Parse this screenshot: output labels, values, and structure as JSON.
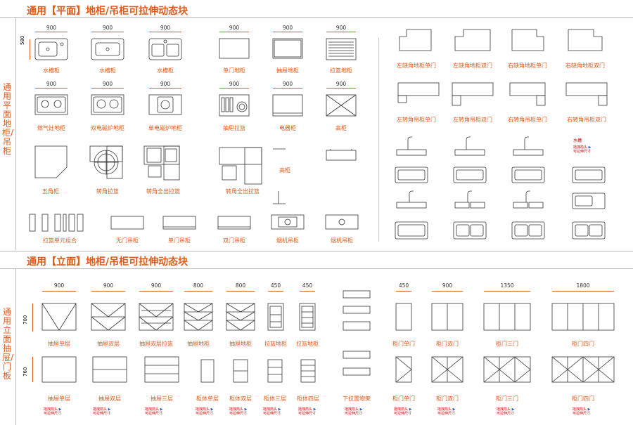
{
  "plan_section": {
    "title": "通用【平面】地柜/吊柜可拉伸动态块",
    "side_label": "通用平面地柜/吊柜",
    "height_dim": "580",
    "items": [
      {
        "label": "水槽柜",
        "dim": "900"
      },
      {
        "label": "水槽柜",
        "dim": "900"
      },
      {
        "label": "水槽柜",
        "dim": "900"
      },
      {
        "label": "单门地柜",
        "dim": "900"
      },
      {
        "label": "抽屉地柜",
        "dim": "900"
      },
      {
        "label": "拉篮地柜",
        "dim": "900"
      },
      {
        "label": "燃气灶地柜",
        "dim": "900"
      },
      {
        "label": "双电磁炉地柜",
        "dim": "900"
      },
      {
        "label": "单电磁炉地柜",
        "dim": "900"
      },
      {
        "label": "抽屉拉篮",
        "dim": "900"
      },
      {
        "label": "电器柜",
        "dim": "900"
      },
      {
        "label": "高柜",
        "dim": "900"
      },
      {
        "label": "五角柜"
      },
      {
        "label": "转角拉篮"
      },
      {
        "label": "转角全出拉篮"
      },
      {
        "label": "转角全出拉篮"
      },
      {
        "label": "高柜"
      },
      {
        "label": "拉篮单元组合"
      },
      {
        "label": "无门吊柜"
      },
      {
        "label": "单门吊柜"
      },
      {
        "label": "双门吊柜"
      },
      {
        "label": "烟机吊柜"
      },
      {
        "label": "烟机吊柜"
      }
    ],
    "corner_items": [
      {
        "label": "左缺角地柜单门"
      },
      {
        "label": "左缺角地柜双门"
      },
      {
        "label": "右缺角地柜单门"
      },
      {
        "label": "右缺角地柜双门"
      },
      {
        "label": "左转角吊柜单门"
      },
      {
        "label": "左转角吊柜双门"
      },
      {
        "label": "右转角吊柜单门"
      },
      {
        "label": "右转角吊柜双门"
      }
    ],
    "sink_label": "水槽",
    "note_line1": "拖拽箭头",
    "note_line2": "可拉伸尺寸"
  },
  "elevation_section": {
    "title": "通用【立面】地柜/吊柜可拉伸动态块",
    "side_label": "通用立面抽屉/门板",
    "height_dim_1": "700",
    "height_dim_2": "760",
    "row1": [
      {
        "label": "抽屉单层",
        "dim": "900"
      },
      {
        "label": "抽屉双层",
        "dim": "900"
      },
      {
        "label": "抽屉双层拉篮",
        "dim": "900"
      },
      {
        "label": "抽屉地柜",
        "dim": "800"
      },
      {
        "label": "抽屉地柜",
        "dim": "800"
      },
      {
        "label": "拉篮地柜",
        "dim": "450"
      },
      {
        "label": "拉篮地柜",
        "dim": "450"
      },
      {
        "label": "柜门单门",
        "dim": "450"
      },
      {
        "label": "柜门双门",
        "dim": "900"
      },
      {
        "label": "柜门三门",
        "dim": "1350"
      },
      {
        "label": "柜门四门",
        "dim": "1800"
      }
    ],
    "row2": [
      {
        "label": "抽屉单层"
      },
      {
        "label": "抽屉双层"
      },
      {
        "label": "抽屉三层"
      },
      {
        "label": "柜体单层"
      },
      {
        "label": "柜体双层"
      },
      {
        "label": "柜体三层"
      },
      {
        "label": "柜体四层"
      },
      {
        "label": "下拉置物架"
      },
      {
        "label": "柜门单门"
      },
      {
        "label": "柜门双门"
      },
      {
        "label": "柜门三门"
      },
      {
        "label": "柜门四门"
      }
    ],
    "note_line1": "拖拽箭头",
    "note_line2": "可拉伸尺寸"
  }
}
